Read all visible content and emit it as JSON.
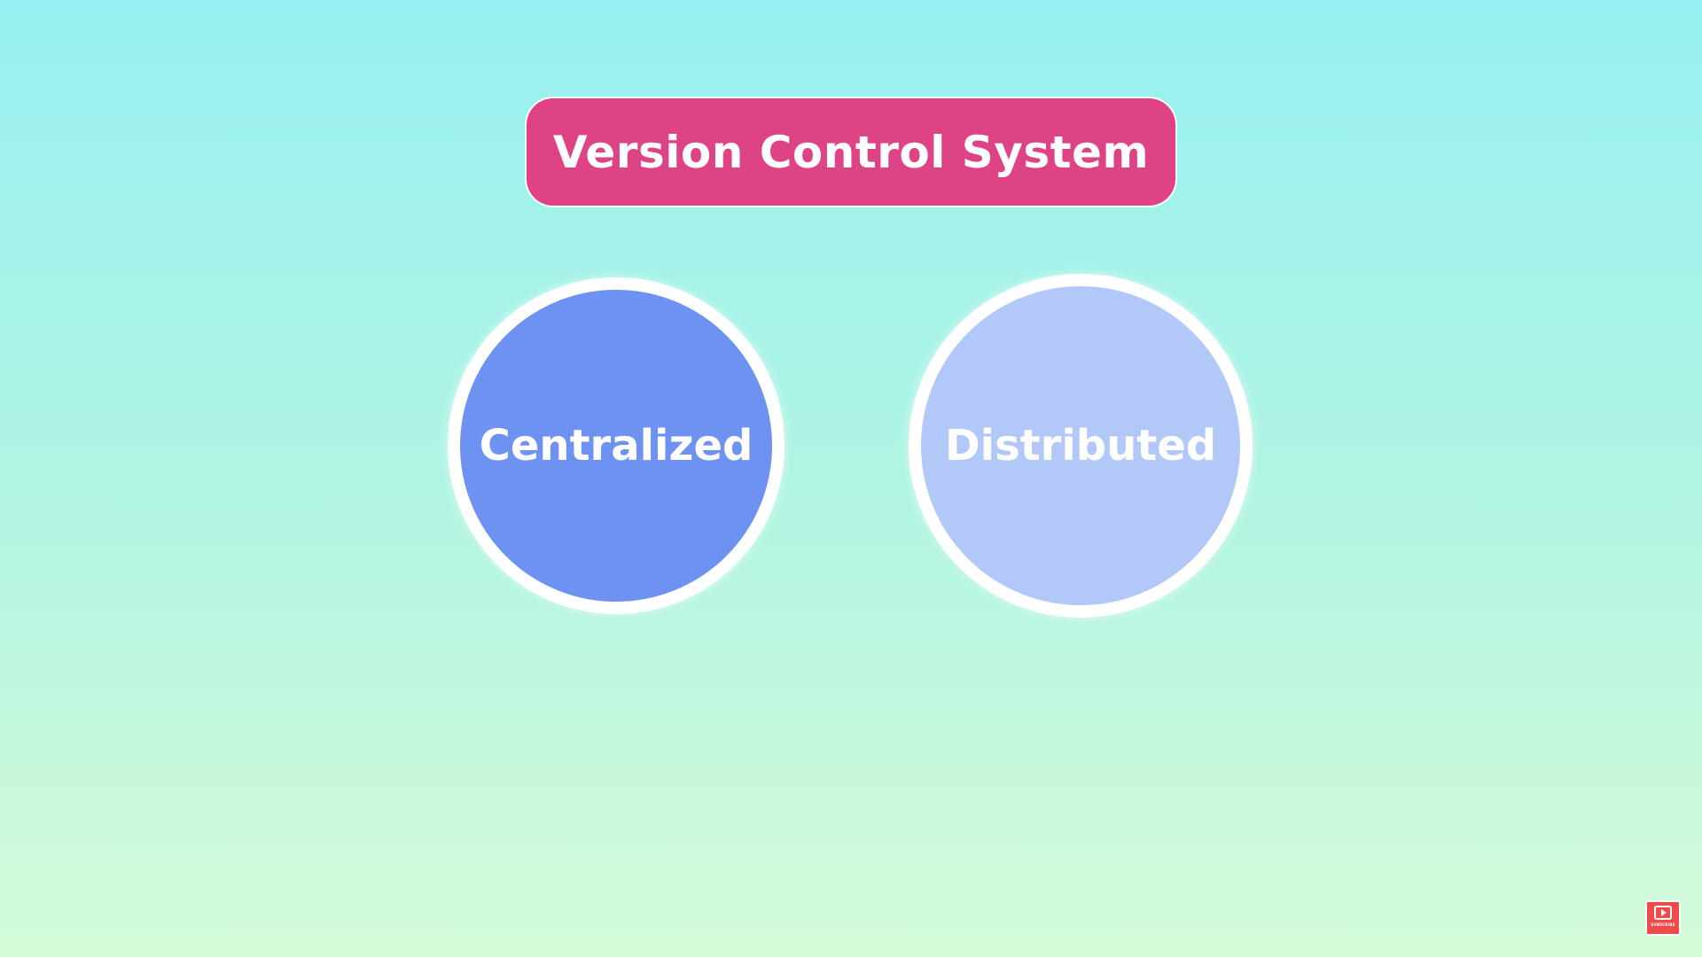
{
  "title": "Version Control System",
  "categories": [
    {
      "label": "Centralized",
      "color": "#6d92f2"
    },
    {
      "label": "Distributed",
      "color": "#b2c8f8"
    }
  ],
  "subscribe_badge": {
    "icon": "play-icon",
    "label": "SUBSCRIBE"
  },
  "colors": {
    "title_background": "#de4385",
    "background_top": "#97f0f1",
    "background_bottom": "#d4fbd8"
  }
}
